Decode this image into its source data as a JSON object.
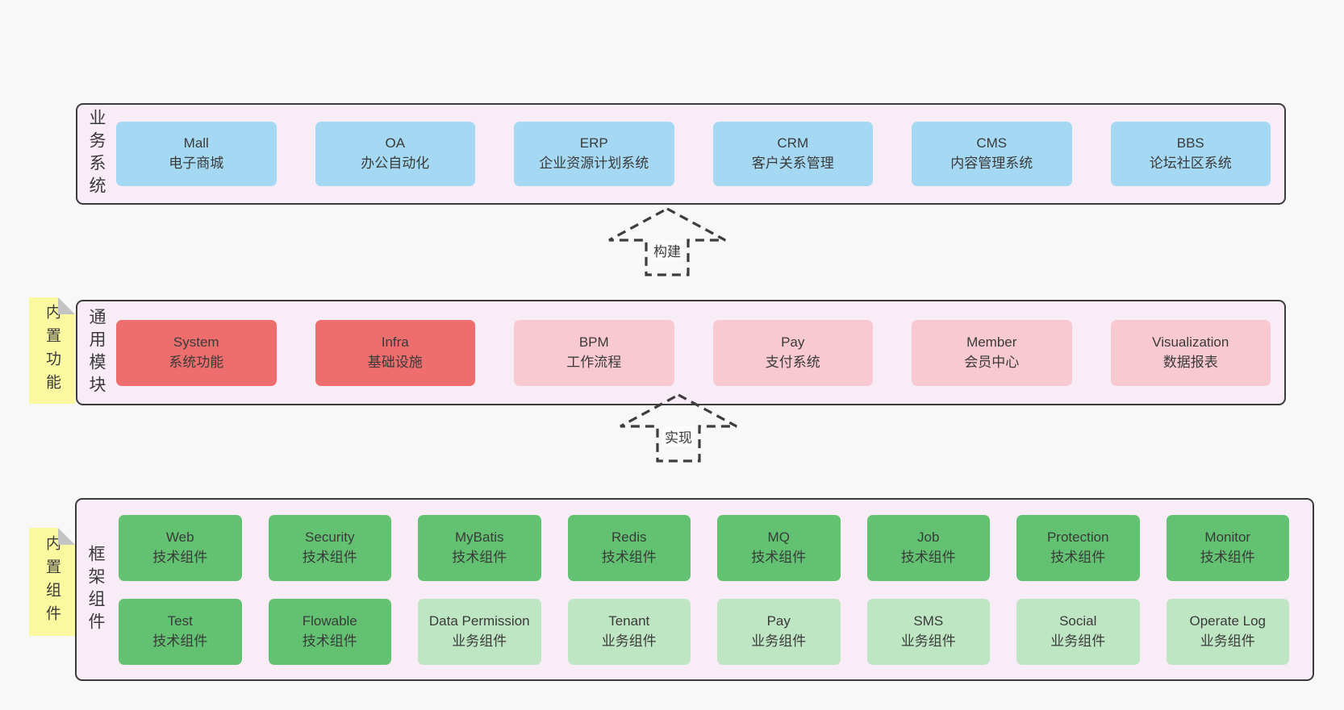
{
  "colors": {
    "page_bg": "#f8f8f8",
    "container_fill": "#f8edf6",
    "container_border": "#3b3b3b",
    "blue_box": "#a5d9f3",
    "red_box": "#ee6d6d",
    "pink_box": "#f9c9d2",
    "green_box": "#62c271",
    "light_green_box": "#bfe6c3",
    "sticky_note": "#fbf9a0",
    "note_fold": "#c3c3c3",
    "text": "#3a3a3a"
  },
  "layers": [
    {
      "title": "业务系统",
      "boxes": [
        {
          "title": "Mall",
          "subtitle": "电子商城",
          "variant": "blue"
        },
        {
          "title": "OA",
          "subtitle": "办公自动化",
          "variant": "blue"
        },
        {
          "title": "ERP",
          "subtitle": "企业资源计划系统",
          "variant": "blue"
        },
        {
          "title": "CRM",
          "subtitle": "客户关系管理",
          "variant": "blue"
        },
        {
          "title": "CMS",
          "subtitle": "内容管理系统",
          "variant": "blue"
        },
        {
          "title": "BBS",
          "subtitle": "论坛社区系统",
          "variant": "blue"
        }
      ]
    },
    {
      "title": "通用模块",
      "note": "内置功能",
      "boxes": [
        {
          "title": "System",
          "subtitle": "系统功能",
          "variant": "red"
        },
        {
          "title": "Infra",
          "subtitle": "基础设施",
          "variant": "red"
        },
        {
          "title": "BPM",
          "subtitle": "工作流程",
          "variant": "pink"
        },
        {
          "title": "Pay",
          "subtitle": "支付系统",
          "variant": "pink"
        },
        {
          "title": "Member",
          "subtitle": "会员中心",
          "variant": "pink"
        },
        {
          "title": "Visualization",
          "subtitle": "数据报表",
          "variant": "pink"
        }
      ]
    },
    {
      "title": "框架组件",
      "note": "内置组件",
      "rows": [
        [
          {
            "title": "Web",
            "subtitle": "技术组件",
            "variant": "green"
          },
          {
            "title": "Security",
            "subtitle": "技术组件",
            "variant": "green"
          },
          {
            "title": "MyBatis",
            "subtitle": "技术组件",
            "variant": "green"
          },
          {
            "title": "Redis",
            "subtitle": "技术组件",
            "variant": "green"
          },
          {
            "title": "MQ",
            "subtitle": "技术组件",
            "variant": "green"
          },
          {
            "title": "Job",
            "subtitle": "技术组件",
            "variant": "green"
          },
          {
            "title": "Protection",
            "subtitle": "技术组件",
            "variant": "green"
          },
          {
            "title": "Monitor",
            "subtitle": "技术组件",
            "variant": "green"
          }
        ],
        [
          {
            "title": "Test",
            "subtitle": "技术组件",
            "variant": "green"
          },
          {
            "title": "Flowable",
            "subtitle": "技术组件",
            "variant": "green"
          },
          {
            "title": "Data Permission",
            "subtitle": "业务组件",
            "variant": "lightgreen"
          },
          {
            "title": "Tenant",
            "subtitle": "业务组件",
            "variant": "lightgreen"
          },
          {
            "title": "Pay",
            "subtitle": "业务组件",
            "variant": "lightgreen"
          },
          {
            "title": "SMS",
            "subtitle": "业务组件",
            "variant": "lightgreen"
          },
          {
            "title": "Social",
            "subtitle": "业务组件",
            "variant": "lightgreen"
          },
          {
            "title": "Operate Log",
            "subtitle": "业务组件",
            "variant": "lightgreen"
          }
        ]
      ]
    }
  ],
  "arrows": [
    {
      "label": "构建"
    },
    {
      "label": "实现"
    }
  ]
}
